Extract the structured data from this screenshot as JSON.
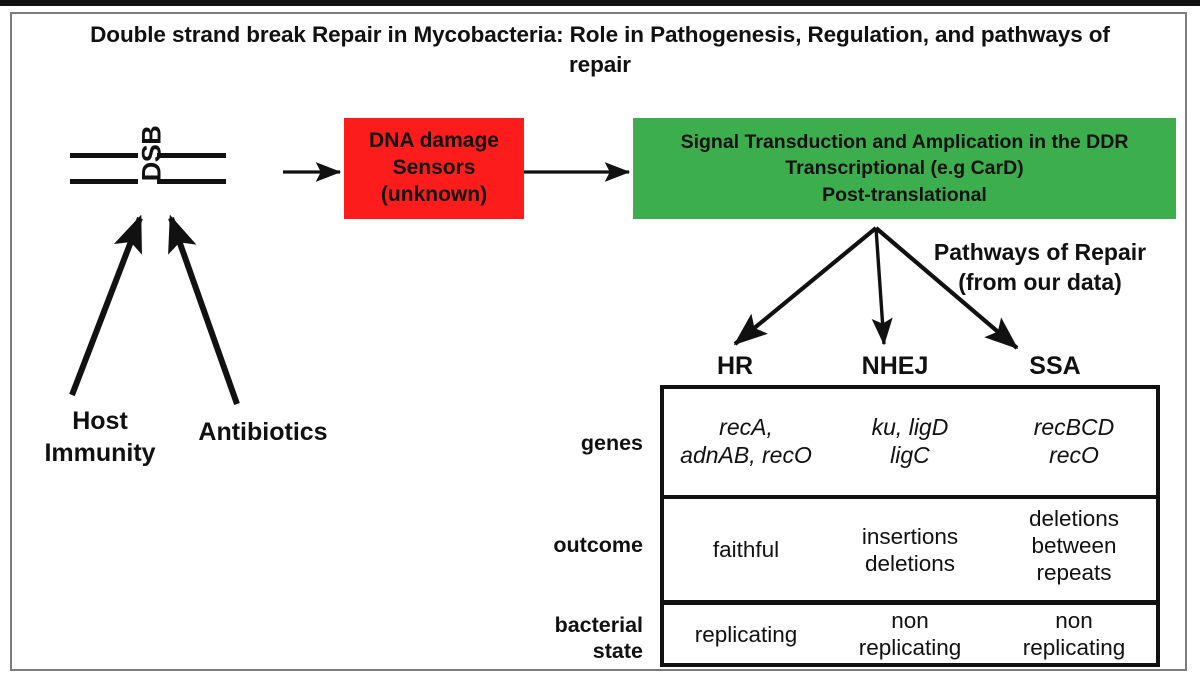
{
  "title": "Double strand break Repair in Mycobacteria: Role in Pathogenesis, Regulation, and pathways of repair",
  "colors": {
    "sensor_box": "#fc1c1c",
    "signal_box": "#3cae4d",
    "ink": "#111111",
    "frame": "#7c7c7c",
    "background": "#ffffff"
  },
  "diagram": {
    "dsb_label": "DSB",
    "sensor_box": {
      "lines": [
        "DNA damage",
        "Sensors",
        "(unknown)"
      ]
    },
    "signal_box": {
      "lines": [
        "Signal Transduction and Amplication in the DDR",
        "Transcriptional (e.g CarD)",
        "Post-translational"
      ]
    },
    "causes": [
      {
        "label": "Host Immunity"
      },
      {
        "label": "Antibiotics"
      }
    ],
    "pathways_caption": {
      "line1": "Pathways of Repair",
      "line2": "(from our data)"
    }
  },
  "table": {
    "columns": [
      "HR",
      "NHEJ",
      "SSA"
    ],
    "row_labels": [
      "genes",
      "outcome",
      "bacterial state"
    ],
    "rows": [
      {
        "label": "genes",
        "italic": true,
        "cells": [
          [
            "recA,",
            "adnAB, recO"
          ],
          [
            "ku, ligD",
            "ligC"
          ],
          [
            "recBCD",
            "recO"
          ]
        ]
      },
      {
        "label": "outcome",
        "italic": false,
        "cells": [
          [
            "faithful"
          ],
          [
            "insertions",
            "deletions"
          ],
          [
            "deletions",
            "between",
            "repeats"
          ]
        ]
      },
      {
        "label": "bacterial state",
        "italic": false,
        "cells": [
          [
            "replicating"
          ],
          [
            "non",
            "replicating"
          ],
          [
            "non",
            "replicating"
          ]
        ]
      }
    ]
  }
}
